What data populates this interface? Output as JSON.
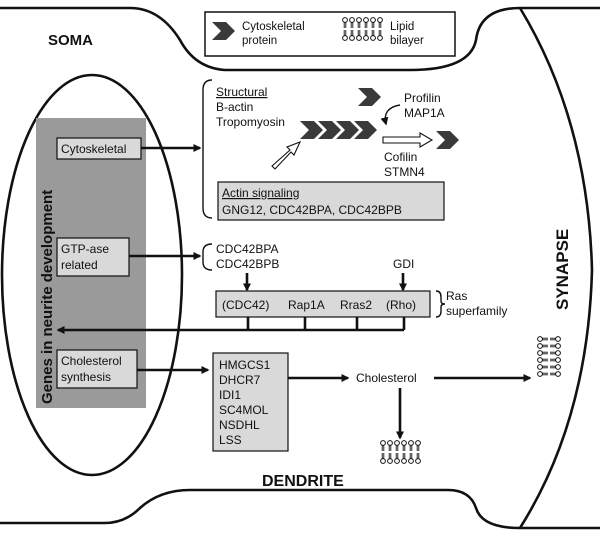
{
  "regions": {
    "soma": "SOMA",
    "synapse": "SYNAPSE",
    "dendrite": "DENDRITE"
  },
  "legend": {
    "cytoskeletal_line1": "Cytoskeletal",
    "cytoskeletal_line2": "protein",
    "lipid_line1": "Lipid",
    "lipid_line2": "bilayer"
  },
  "side_panel": {
    "title": "Genes in neurite development",
    "categories": {
      "cytoskeletal": "Cytoskeletal",
      "gtpase_line1": "GTP-ase",
      "gtpase_line2": "related",
      "cholesterol_line1": "Cholesterol",
      "cholesterol_line2": "synthesis"
    }
  },
  "cytoskeletal_group": {
    "structural_heading": "Structural",
    "structural_items": [
      "B-actin",
      "Tropomyosin"
    ],
    "profilin": [
      "Profilin",
      "MAP1A"
    ],
    "cofilin": [
      "Cofilin",
      "STMN4"
    ],
    "actin_signaling_heading": "Actin signaling",
    "actin_signaling_genes": "GNG12, CDC42BPA, CDC42BPB"
  },
  "gtpase_group": {
    "upstream": [
      "CDC42BPA",
      "CDC42BPB"
    ],
    "gdi": "GDI",
    "ras_members": [
      "(CDC42)",
      "Rap1A",
      "Rras2",
      "(Rho)"
    ],
    "superfamily_label": [
      "Ras",
      "superfamily"
    ]
  },
  "cholesterol_group": {
    "genes": [
      "HMGCS1",
      "DHCR7",
      "IDI1",
      "SC4MOL",
      "NSDHL",
      "LSS"
    ],
    "product": "Cholesterol"
  },
  "colors": {
    "panel_gray": "#9a9a9a",
    "box_gray": "#d9d9d9",
    "ink": "#111111"
  }
}
